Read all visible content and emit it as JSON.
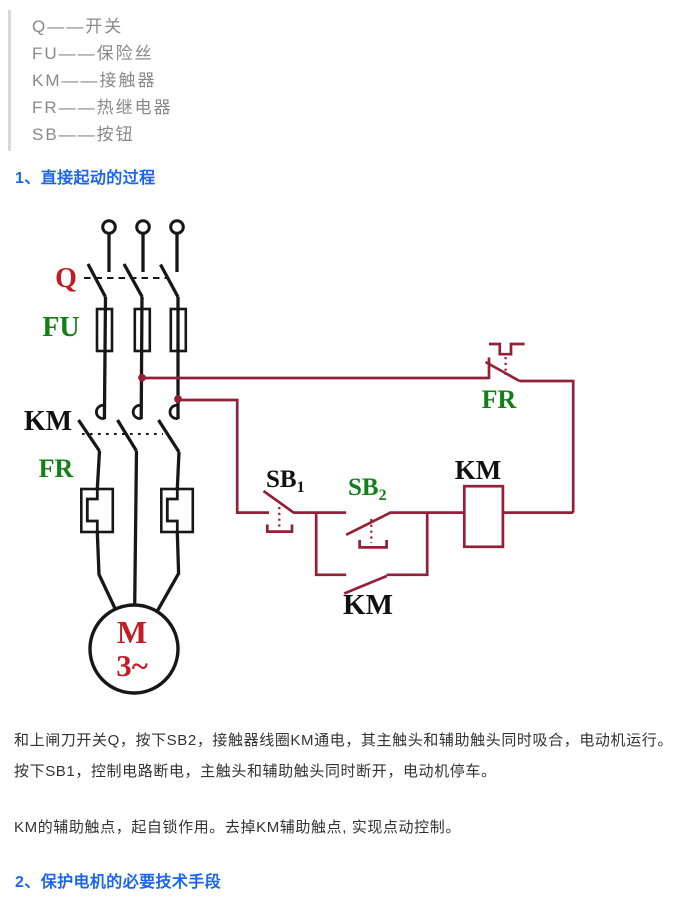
{
  "colors": {
    "accent_blue": "#1b66f0",
    "legend_text": "#898989",
    "divider_gray": "#d8d8d8",
    "body_text": "#333333",
    "line_black": "#171717",
    "wire_red": "#942038",
    "label_red": "#c01e24",
    "label_green": "#157f17",
    "label_black": "#111111"
  },
  "legend": {
    "items": [
      "Q——开关",
      "FU——保险丝",
      "KM——接触器",
      "FR——热继电器",
      "SB——按钮"
    ]
  },
  "sections": {
    "s1": {
      "heading": "1、直接起动的过程"
    },
    "s2": {
      "heading": "2、保护电机的必要技术手段"
    }
  },
  "diagram": {
    "description": "三相电动机直接起动控制电路图",
    "labels": {
      "q": "Q",
      "fu": "FU",
      "km_main": "KM",
      "fr_left": "FR",
      "motor_m": "M",
      "motor_phase": "3~",
      "sb1_main": "SB",
      "sb1_sub": "1",
      "sb2_main": "SB",
      "sb2_sub": "2",
      "km_coil": "KM",
      "km_aux": "KM",
      "fr_right": "FR"
    }
  },
  "paragraphs": {
    "p1_lines": [
      "和上闸刀开关Q，按下SB2，接触器线圈KM通电，其主触头和辅助触头同时吸合，电动机运行。",
      "按下SB1，控制电路断电，主触头和辅助触头同时断开，电动机停车。"
    ],
    "p2_lines": [
      "KM的辅助触点，起自锁作用。去掉KM辅助触点, 实现点动控制。"
    ]
  }
}
